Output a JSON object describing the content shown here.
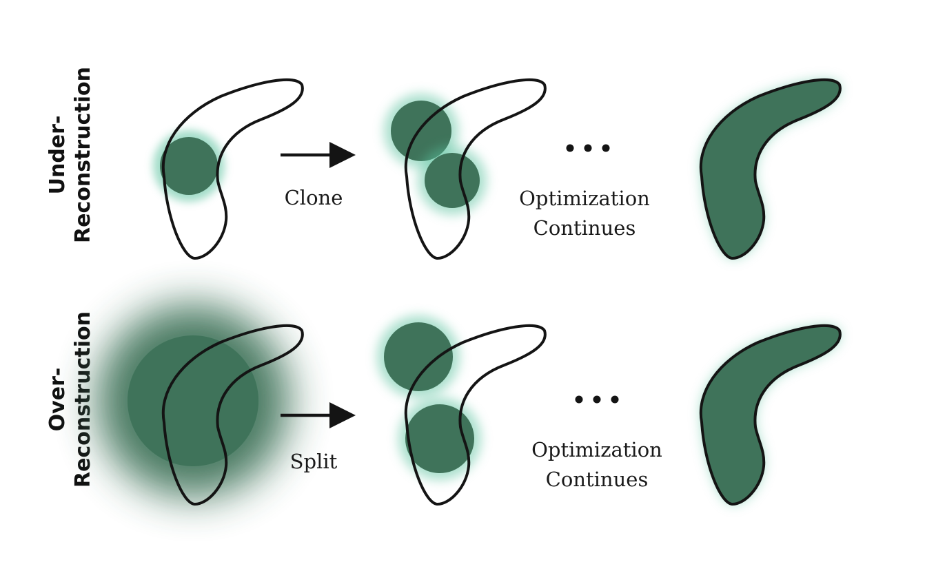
{
  "colors": {
    "blob_fill": "#3f735a",
    "blob_glow": "#59c19d",
    "outline": "#141414",
    "background": "#ffffff"
  },
  "rows": [
    {
      "label_line1": "Under-",
      "label_line2": "Reconstruction",
      "operation": "Clone",
      "continuation_line1": "Optimization",
      "continuation_line2": "Continues"
    },
    {
      "label_line1": "Over-",
      "label_line2": "Reconstruction",
      "operation": "Split",
      "continuation_line1": "Optimization",
      "continuation_line2": "Continues"
    }
  ]
}
